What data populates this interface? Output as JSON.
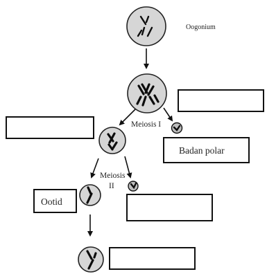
{
  "labels": {
    "oogonium": "Oogonium",
    "meiosis_1": "Meiosis I",
    "meiosis_2_word": "Meiosis",
    "meiosis_2_numeral": "II",
    "ootid": "Ootid",
    "polar_body": "Badan polar"
  },
  "blank_boxes": [
    "",
    "",
    "",
    ""
  ],
  "colors": {
    "cell_fill": "#d6d6d6",
    "outline": "#111111",
    "box_fill": "#ffffff"
  }
}
